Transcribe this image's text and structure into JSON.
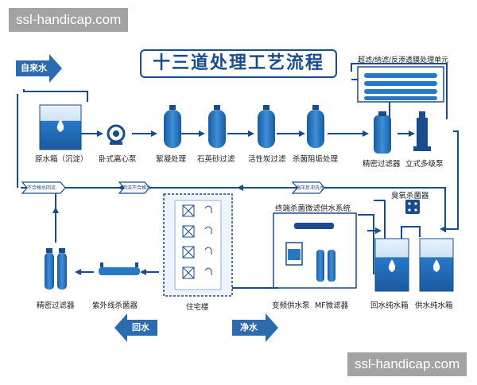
{
  "watermark": "ssl-handicap.com",
  "title": "十三道处理工艺流程",
  "membrane_unit_title": "超滤/纳滤/反渗透膜处理单元",
  "inlet_label": "自来水",
  "outlet_label_clean": "净水",
  "outlet_label_return": "回水",
  "equipment": {
    "raw_tank": "原水箱（沉淀）",
    "centrifugal_pump": "卧式离心泵",
    "coagulation": "絮凝处理",
    "quartz_filter": "石英砂过滤",
    "carbon_filter": "活性炭过滤",
    "scale_inhibit": "杀菌阻垢处理",
    "precision_filter_top": "精密过滤器",
    "multistage_pump": "立式多级泵",
    "ozone": "臭氧杀菌器",
    "terminal_system": "终端杀菌微滤供水系统",
    "vfd_pump": "变频供水泵",
    "mf_filter": "MF微滤器",
    "return_tank": "回水纯水箱",
    "supply_tank": "供水纯水箱",
    "building": "住宅楼",
    "uv": "紫外线杀菌器",
    "precision_filter_bottom": "精密过滤器"
  },
  "pipe_tags": {
    "tag1": "不合格水回流",
    "tag2": "回流不合格水",
    "tag3": "高压反冲洗水"
  },
  "colors": {
    "primary": "#1a4c8c",
    "tank": "#2878c8",
    "tank_dark": "#1a5aa0",
    "arrow_tag": "#2d6bb0"
  }
}
